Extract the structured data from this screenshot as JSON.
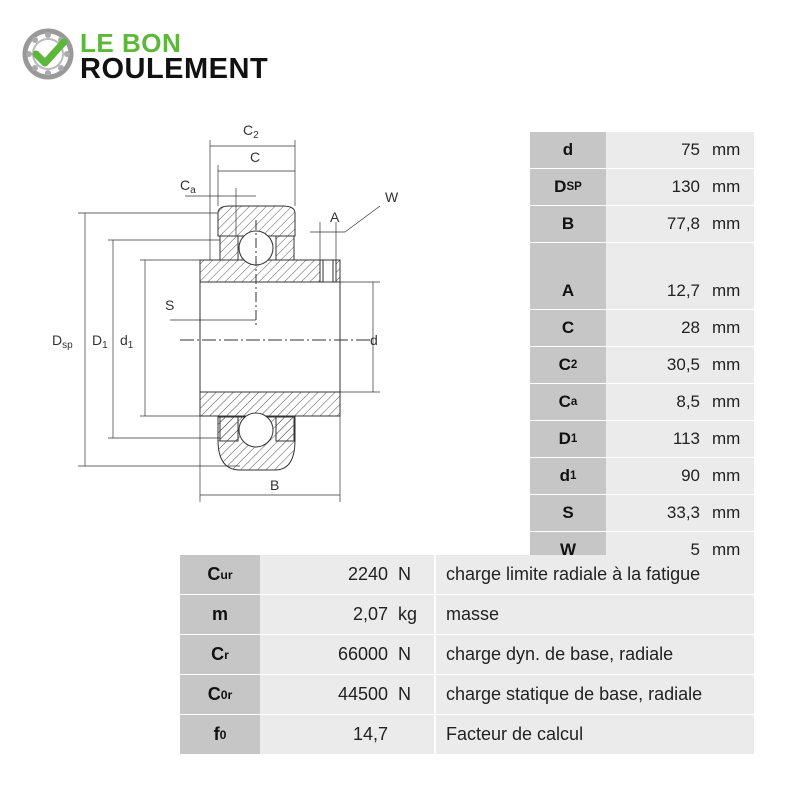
{
  "logo": {
    "line1": "LE BON",
    "line2": "ROULEMENT"
  },
  "drawing_labels": {
    "C2": "C2",
    "C": "C",
    "Ca": "Ca",
    "W": "W",
    "A": "A",
    "Dsp": "Dsp",
    "D1": "D1",
    "d1": "d1",
    "S": "S",
    "d": "d",
    "B": "B"
  },
  "dimensions": [
    {
      "sym": "d",
      "sub": "",
      "value": "75",
      "unit": "mm"
    },
    {
      "sym": "D",
      "sub": "SP",
      "value": "130",
      "unit": "mm"
    },
    {
      "sym": "B",
      "sub": "",
      "value": "77,8",
      "unit": "mm"
    },
    {
      "sym": "A",
      "sub": "",
      "value": "12,7",
      "unit": "mm"
    },
    {
      "sym": "C",
      "sub": "",
      "value": "28",
      "unit": "mm"
    },
    {
      "sym": "C",
      "sub": "2",
      "value": "30,5",
      "unit": "mm"
    },
    {
      "sym": "C",
      "sub": "a",
      "value": "8,5",
      "unit": "mm"
    },
    {
      "sym": "D",
      "sub": "1",
      "value": "113",
      "unit": "mm"
    },
    {
      "sym": "d",
      "sub": "1",
      "value": "90",
      "unit": "mm"
    },
    {
      "sym": "S",
      "sub": "",
      "value": "33,3",
      "unit": "mm"
    },
    {
      "sym": "W",
      "sub": "",
      "value": "5",
      "unit": "mm"
    }
  ],
  "properties": [
    {
      "sym": "C",
      "sub": "ur",
      "value": "2240",
      "unit": "N",
      "desc": "charge limite radiale à la fatigue"
    },
    {
      "sym": "m",
      "sub": "",
      "value": "2,07",
      "unit": "kg",
      "desc": "masse"
    },
    {
      "sym": "C",
      "sub": "r",
      "value": "66000",
      "unit": "N",
      "desc": "charge dyn. de base, radiale"
    },
    {
      "sym": "C",
      "sub": "0r",
      "value": "44500",
      "unit": "N",
      "desc": "charge statique de base, radiale"
    },
    {
      "sym": "f",
      "sub": "0",
      "value": "14,7",
      "unit": "",
      "desc": "Facteur de calcul"
    }
  ],
  "colors": {
    "brand_green": "#5cb83a",
    "header_cell": "#c6c6c6",
    "value_cell": "#ebebeb"
  }
}
